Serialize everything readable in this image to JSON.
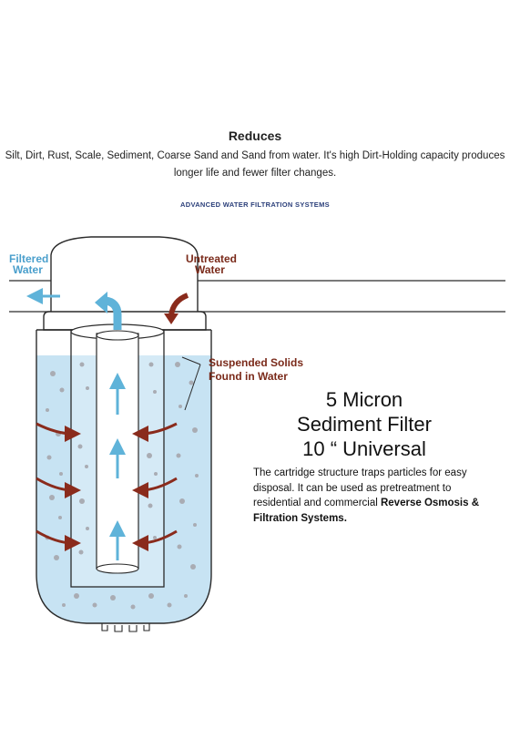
{
  "header": {
    "title": "Reduces",
    "subtitle": "Silt, Dirt, Rust, Scale, Sediment, Coarse Sand and Sand from water. It's high Dirt-Holding capacity produces longer life and fewer filter changes.",
    "brand": "ADVANCED WATER FILTRATION SYSTEMS"
  },
  "diagram": {
    "labels": {
      "filtered_line1": "Filtered",
      "filtered_line2": "Water",
      "untreated_line1": "Untreated",
      "untreated_line2": "Water",
      "solids_line1": "Suspended Solids",
      "solids_line2": "Found in Water"
    },
    "colors": {
      "outline": "#2a2a2a",
      "water": "#c7e3f3",
      "arrow_blue": "#5fb3d9",
      "arrow_red": "#8a2b1c",
      "label_blue": "#4a9fcc",
      "label_red": "#7a2a1a"
    }
  },
  "product": {
    "title_line1": "5 Micron",
    "title_line2": "Sediment Filter",
    "title_line3": "10 “ Universal",
    "desc_part1": "The cartridge structure traps particles for easy disposal. It can be used as pretreatment to residential and commercial ",
    "desc_bold": "Reverse Osmosis & Filtration Systems."
  }
}
